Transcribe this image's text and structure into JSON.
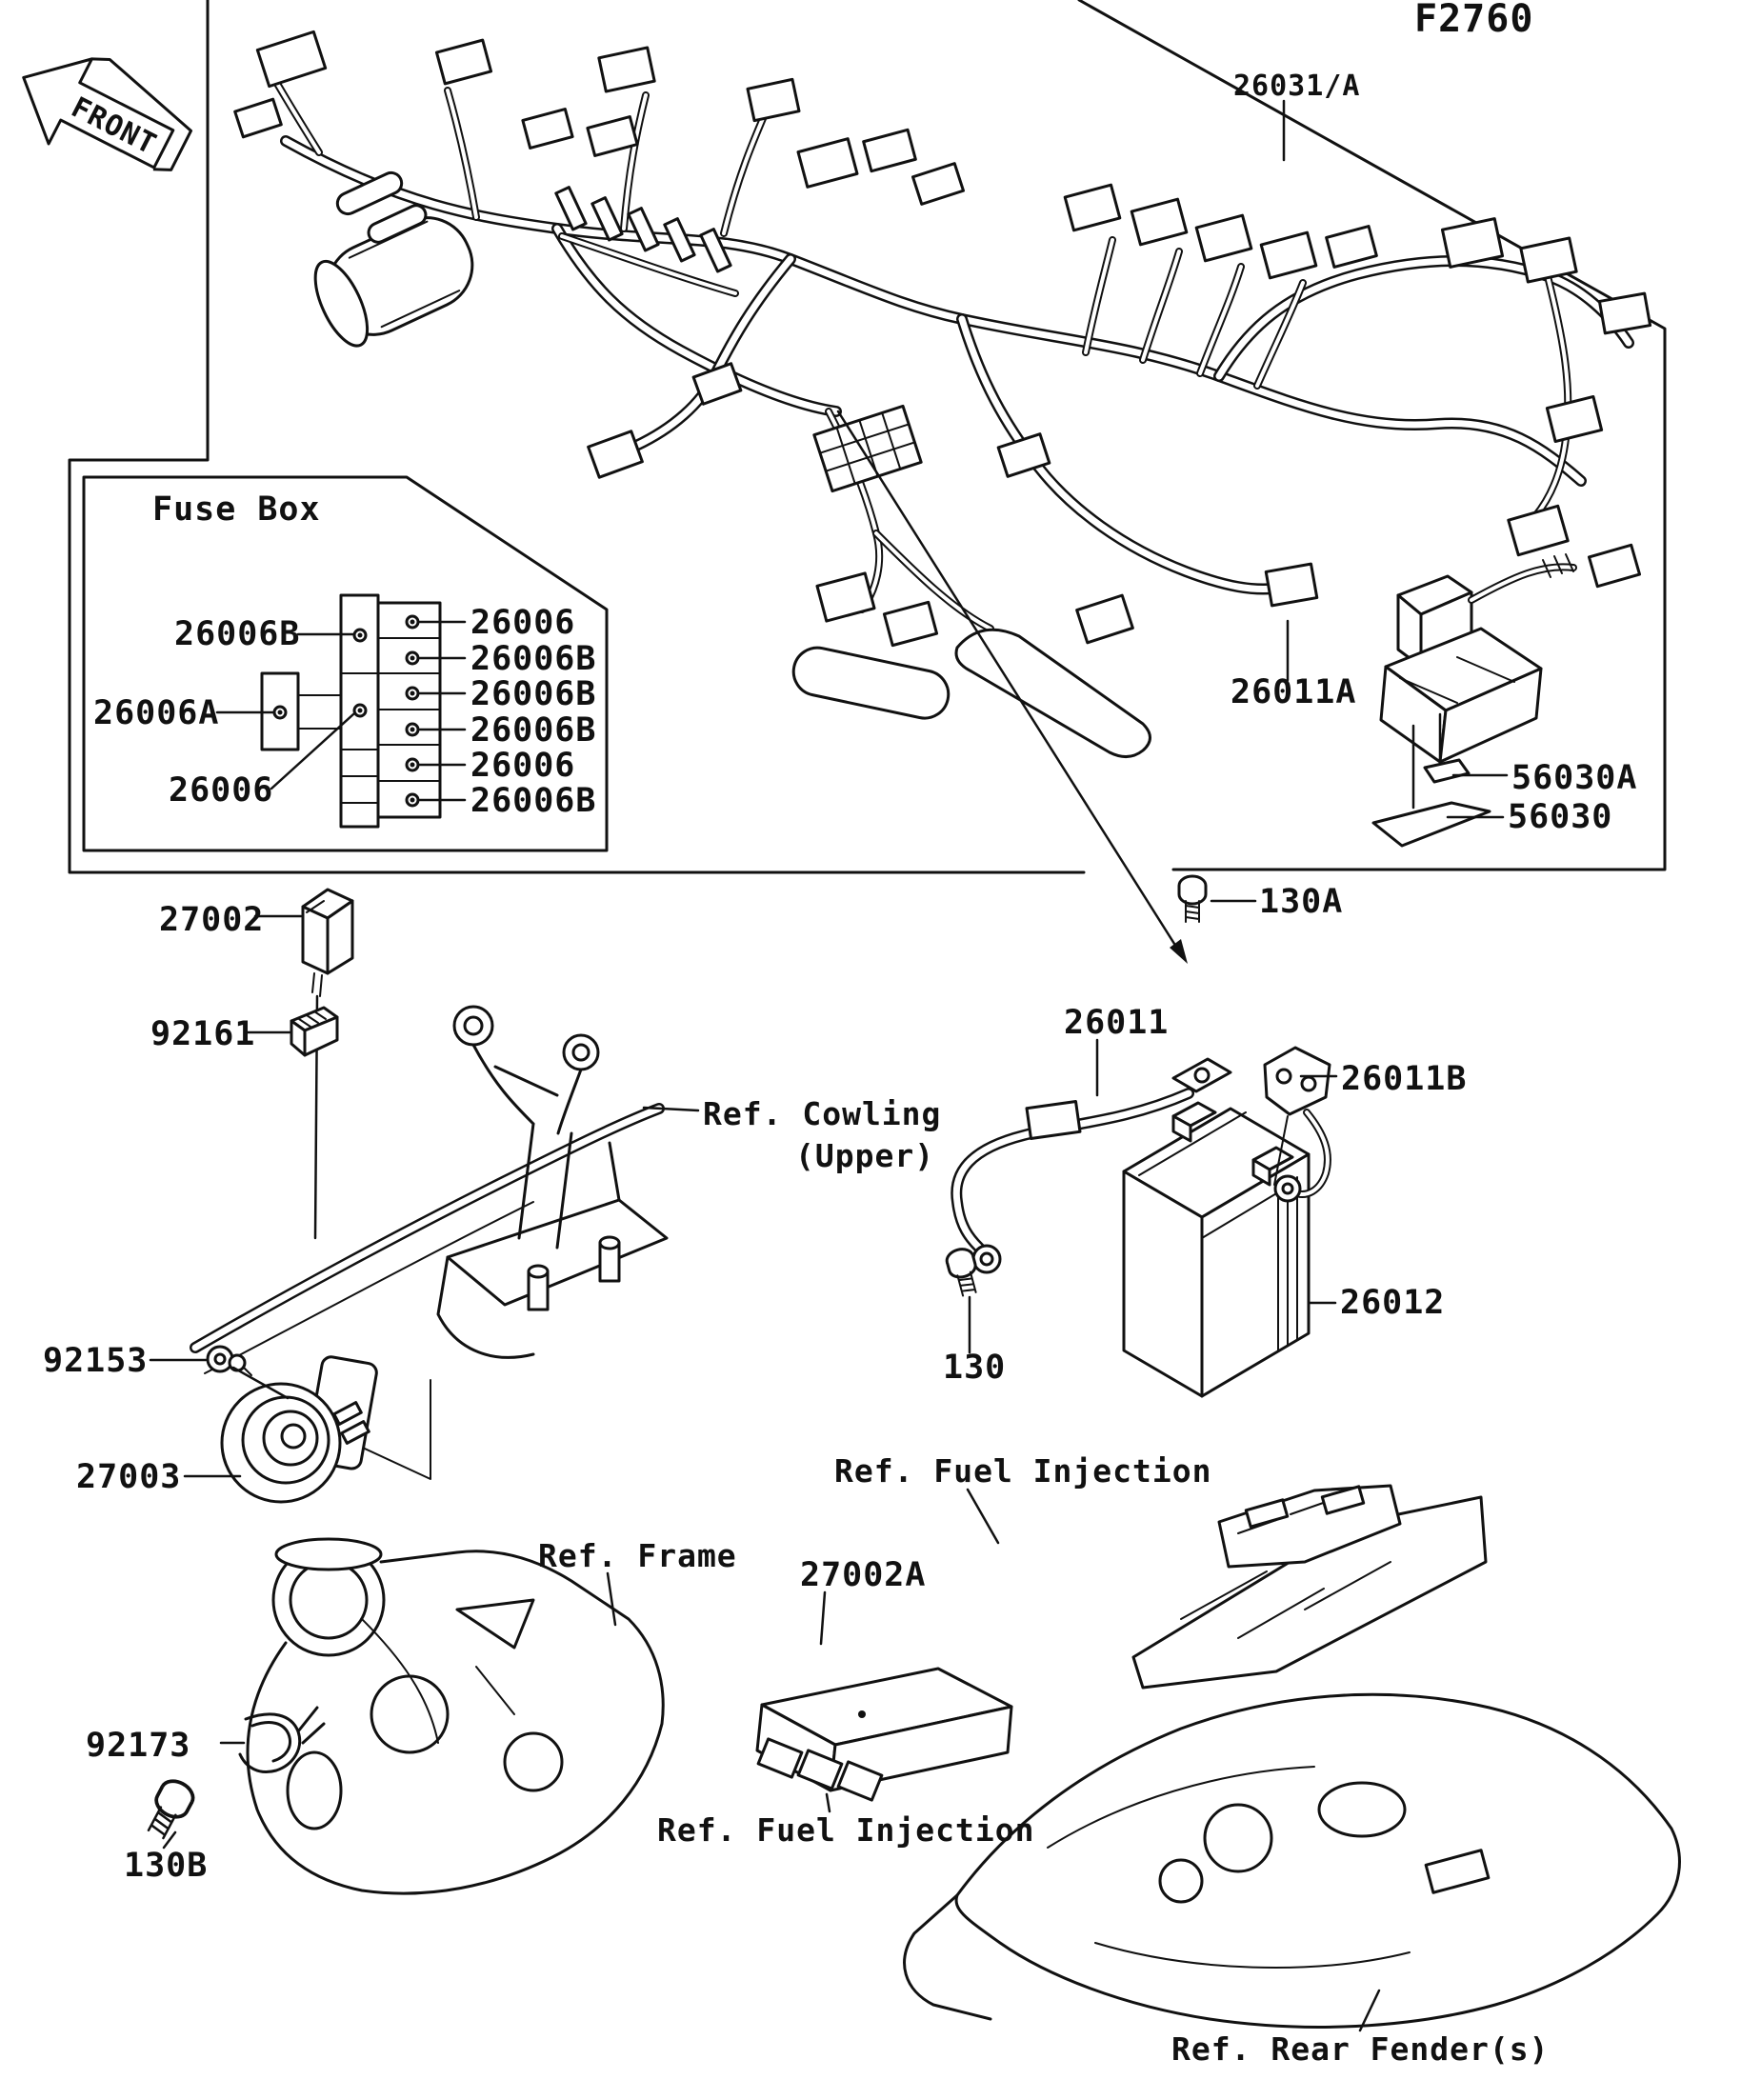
{
  "figure_code": "F2760",
  "front_marker": "FRONT",
  "ink_color": "#111111",
  "background_color": "#ffffff",
  "fuse_box": {
    "title": "Fuse Box",
    "left_labels": [
      "26006B",
      "26006A",
      "26006"
    ],
    "right_labels": [
      "26006",
      "26006B",
      "26006B",
      "26006B",
      "26006",
      "26006B"
    ]
  },
  "callouts": {
    "harness": "26031/A",
    "harness_joint": "26011A",
    "damper_small": "56030A",
    "damper": "56030",
    "bolt_a": "130A",
    "battery_cable": "26011",
    "ground_cable": "26011B",
    "battery": "26012",
    "bolt": "130",
    "relay": "27002",
    "fuse": "92161",
    "nut": "92153",
    "horn": "27003",
    "relay_a": "27002A",
    "clamp": "92173",
    "bolt_b": "130B"
  },
  "references": {
    "cowling_line1": "Ref. Cowling",
    "cowling_line2": "(Upper)",
    "frame": "Ref. Frame",
    "fuel_injection_upper": "Ref. Fuel Injection",
    "fuel_injection_lower": "Ref. Fuel Injection",
    "rear_fender": "Ref. Rear Fender(s)"
  }
}
